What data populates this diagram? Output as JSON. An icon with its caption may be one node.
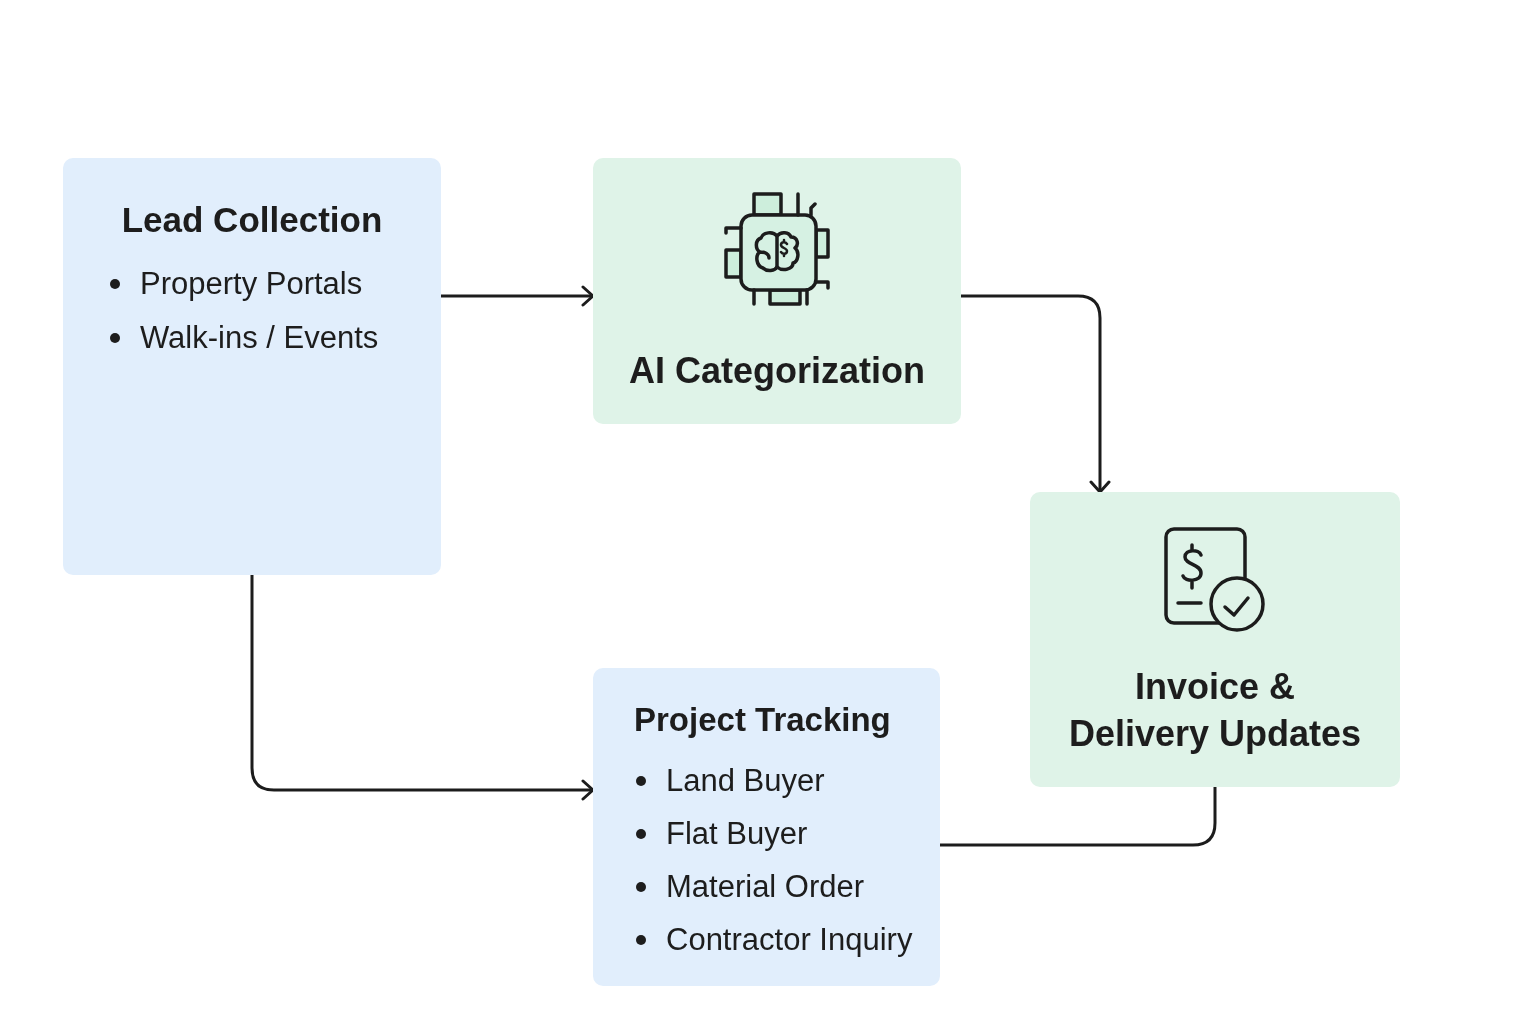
{
  "diagram": {
    "nodes": [
      {
        "text": [
          "Lead Collection",
          "Property Portals",
          "Walk-ins / Events"
        ]
      },
      {
        "text": [
          "AI Categorization"
        ]
      },
      {
        "text": [
          "Invoice & Delivery Updates"
        ]
      },
      {
        "text": [
          "Project Tracking",
          "Land Buyer",
          "Flat Buyer",
          "Material Order",
          "Contractor Inquiry"
        ]
      }
    ],
    "edges": [
      {
        "from": 0,
        "to": 1,
        "arrow": "to"
      },
      {
        "from": 1,
        "to": 2,
        "arrow": "to"
      },
      {
        "from": 0,
        "to": 3,
        "arrow": "to"
      },
      {
        "from": 2,
        "to": 3,
        "arrow": "none"
      }
    ]
  }
}
